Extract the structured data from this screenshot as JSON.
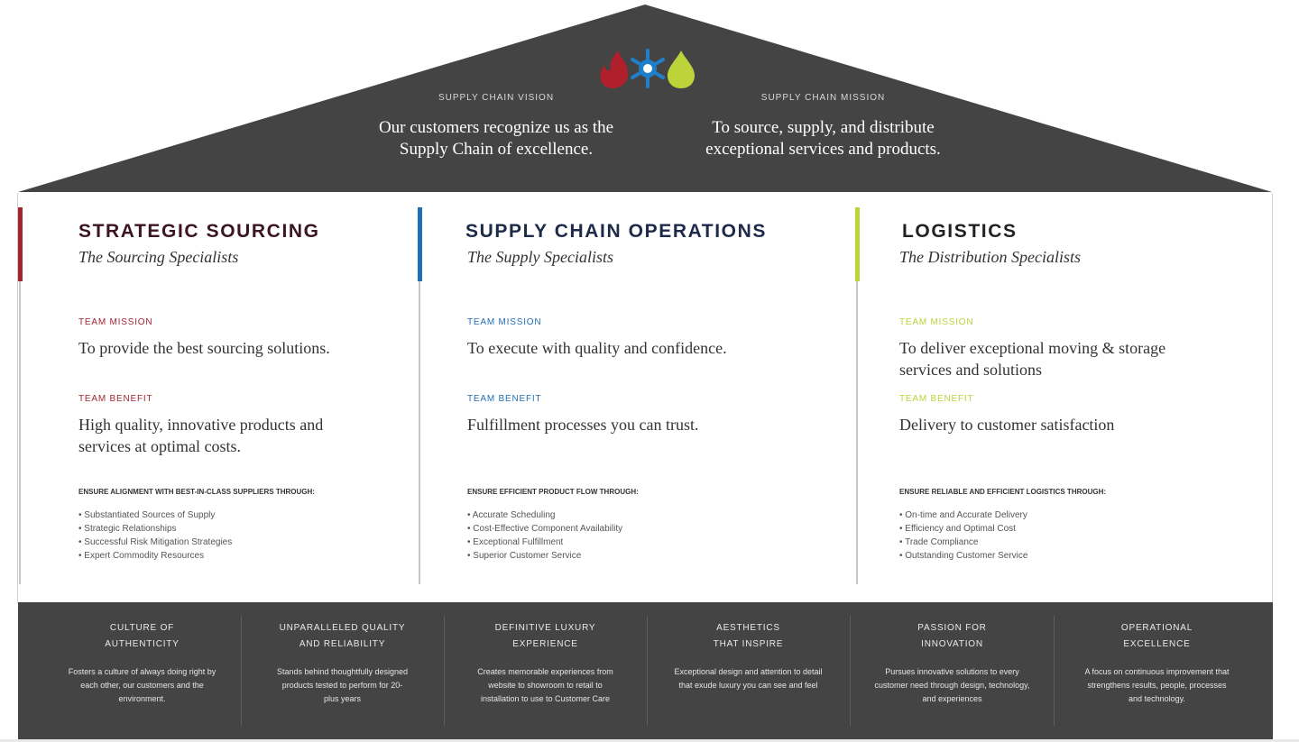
{
  "roof": {
    "vision_label": "SUPPLY CHAIN VISION",
    "vision_text": "Our customers recognize us as the Supply Chain of excellence.",
    "mission_label": "SUPPLY CHAIN MISSION",
    "mission_text": "To source, supply, and distribute exceptional services and products.",
    "icons": [
      "flame-icon",
      "snowflake-icon",
      "water-drop-icon"
    ],
    "colors": {
      "roof": "#444444",
      "flame": "#b0202c",
      "snowflake": "#1f7fc8",
      "drop": "#bcd33a"
    }
  },
  "columns": [
    {
      "title": "STRATEGIC SOURCING",
      "subtitle": "The Sourcing Specialists",
      "accent": "#a32531",
      "mission_label": "TEAM MISSION",
      "mission": "To provide the best sourcing solutions.",
      "benefit_label": "TEAM BENEFIT",
      "benefit": "High quality, innovative products and services at optimal costs.",
      "ensure": "ENSURE ALIGNMENT WITH BEST-IN-CLASS SUPPLIERS THROUGH:",
      "items": [
        "Substantiated Sources of Supply",
        "Strategic Relationships",
        "Successful Risk Mitigation Strategies",
        "Expert Commodity Resources"
      ]
    },
    {
      "title": "SUPPLY CHAIN OPERATIONS",
      "subtitle": "The Supply Specialists",
      "accent": "#1f6fb5",
      "mission_label": "TEAM MISSION",
      "mission": "To execute with quality and confidence.",
      "benefit_label": "TEAM BENEFIT",
      "benefit": "Fulfillment processes you can trust.",
      "ensure": "ENSURE EFFICIENT PRODUCT FLOW THROUGH:",
      "items": [
        "Accurate Scheduling",
        "Cost-Effective Component Availability",
        "Exceptional Fulfillment",
        "Superior Customer Service"
      ]
    },
    {
      "title": "LOGISTICS",
      "subtitle": "The Distribution Specialists",
      "accent": "#bcd33a",
      "mission_label": "TEAM MISSION",
      "mission": "To deliver exceptional moving & storage services and solutions",
      "benefit_label": "TEAM BENEFIT",
      "benefit": "Delivery to customer satisfaction",
      "ensure": "ENSURE RELIABLE AND EFFICIENT LOGISTICS THROUGH:",
      "items": [
        "On-time and Accurate Delivery",
        "Efficiency and Optimal Cost",
        "Trade Compliance",
        "Outstanding Customer Service"
      ]
    }
  ],
  "foundation": [
    {
      "heading": "CULTURE OF AUTHENTICITY",
      "desc": "Fosters a culture of always doing right by each other, our customers and the environment."
    },
    {
      "heading": "UNPARALLELED QUALITY AND RELIABILITY",
      "desc": "Stands behind thoughtfully designed products tested to perform for 20-plus years"
    },
    {
      "heading": "DEFINITIVE LUXURY EXPERIENCE",
      "desc": "Creates memorable experiences from website to showroom to retail to installation to use to Customer Care"
    },
    {
      "heading": "AESTHETICS THAT INSPIRE",
      "desc": "Exceptional design and attention to detail that exude luxury you can see and feel"
    },
    {
      "heading": "PASSION FOR INNOVATION",
      "desc": "Pursues innovative solutions to every customer need through design, technology, and experiences"
    },
    {
      "heading": "OPERATIONAL EXCELLENCE",
      "desc": "A focus on continuous improvement that strengthens results, people, processes and technology."
    }
  ]
}
